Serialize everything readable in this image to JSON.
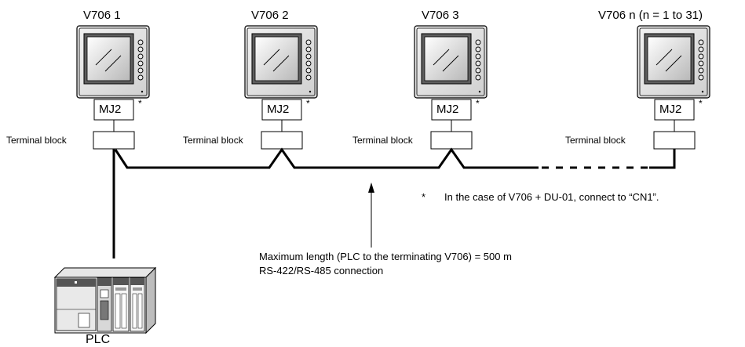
{
  "units": [
    {
      "title": "V706 1",
      "connector": "MJ2",
      "mark": "*",
      "terminal": "Terminal block"
    },
    {
      "title": "V706 2",
      "connector": "MJ2",
      "mark": "*",
      "terminal": "Terminal block"
    },
    {
      "title": "V706 3",
      "connector": "MJ2",
      "mark": "*",
      "terminal": "Terminal block"
    },
    {
      "title": "V706 n (n = 1 to 31)",
      "connector": "MJ2",
      "mark": "*",
      "terminal": "Terminal block"
    }
  ],
  "footnote": {
    "mark": "*",
    "text": "In the case of V706 + DU-01, connect to “CN1”."
  },
  "connection": {
    "length_text": "Maximum length (PLC to the terminating V706) = 500 m",
    "type_text": "RS-422/RS-485 connection"
  },
  "plc": {
    "label": "PLC"
  }
}
